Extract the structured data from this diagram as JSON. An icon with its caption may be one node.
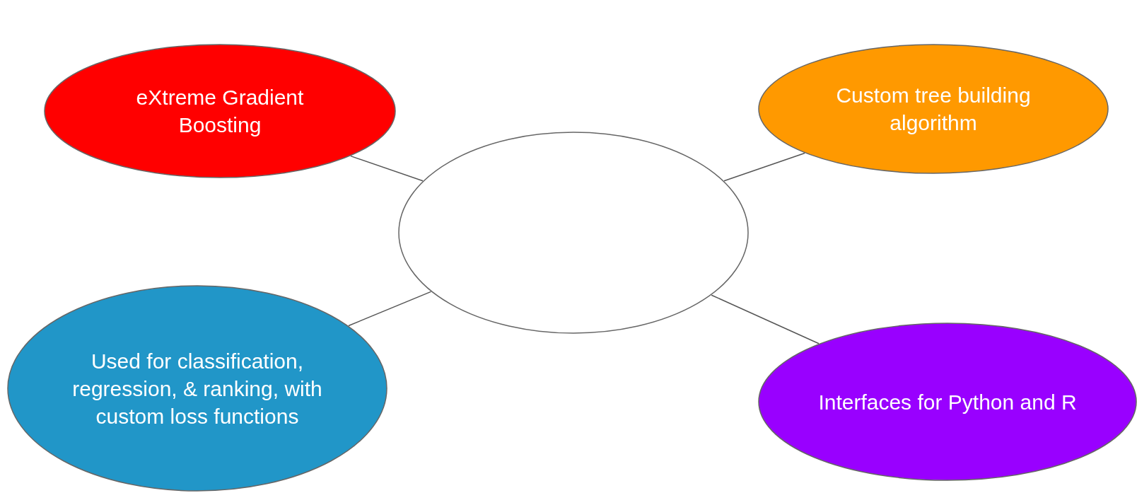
{
  "diagram": {
    "nodes": [
      {
        "text": [],
        "shape": "circle"
      },
      {
        "text": [
          "eXtreme Gradient Boosting"
        ]
      },
      {
        "text": [
          "Custom tree building algorithm"
        ]
      },
      {
        "text": [
          "Used for classification, regression, & ranking, with custom loss functions"
        ]
      },
      {
        "text": [
          "Interfaces for Python and R"
        ]
      }
    ],
    "edges": [
      {
        "from": 0,
        "to": 1,
        "arrow": "none"
      },
      {
        "from": 0,
        "to": 2,
        "arrow": "none"
      },
      {
        "from": 0,
        "to": 3,
        "arrow": "none"
      },
      {
        "from": 0,
        "to": 4,
        "arrow": "none"
      }
    ]
  }
}
